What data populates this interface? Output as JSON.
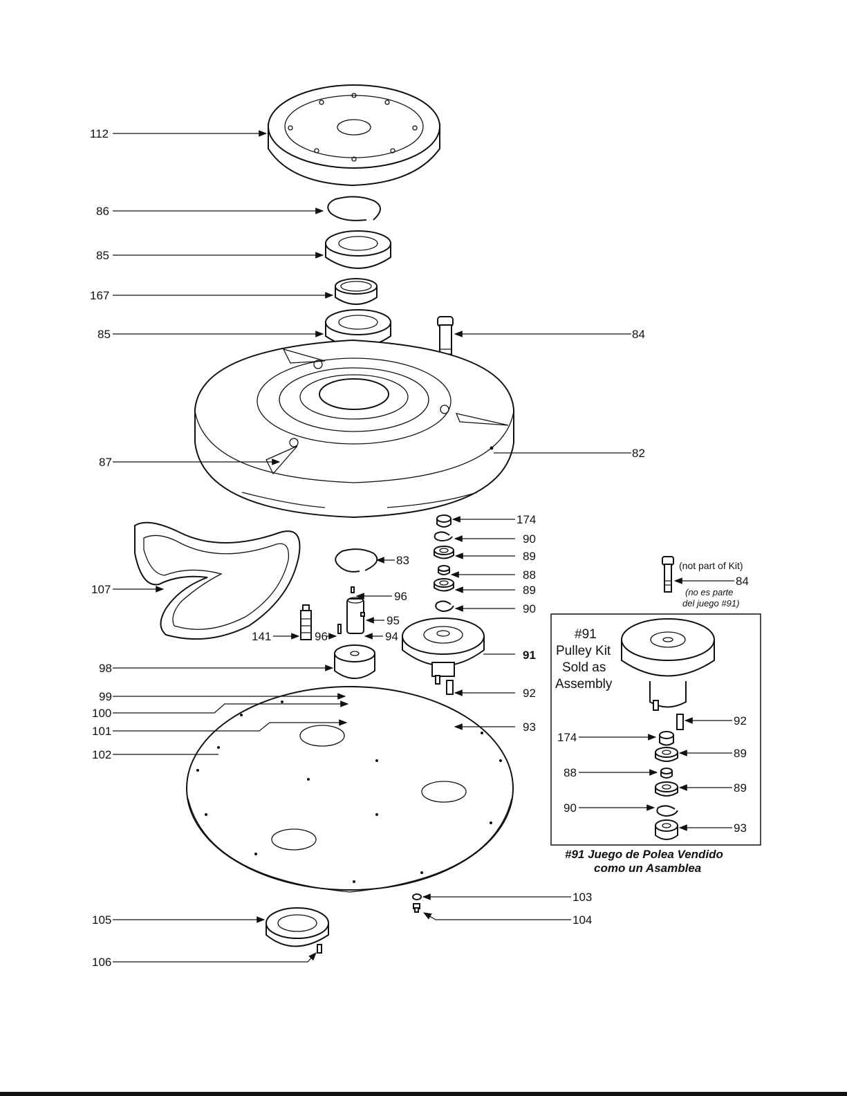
{
  "callouts": {
    "c112": "112",
    "c86": "86",
    "c85a": "85",
    "c167": "167",
    "c85b": "85",
    "c84": "84",
    "c87": "87",
    "c82": "82",
    "c174": "174",
    "c90a": "90",
    "c83": "83",
    "c89a": "89",
    "c88": "88",
    "c89b": "89",
    "c107": "107",
    "c96a": "96",
    "c95": "95",
    "c90b": "90",
    "c141": "141",
    "c96b": "96",
    "c94": "94",
    "c91": "91",
    "c98": "98",
    "c99": "99",
    "c92": "92",
    "c100": "100",
    "c101": "101",
    "c93": "93",
    "c102": "102",
    "c103": "103",
    "c105": "105",
    "c104": "104",
    "c106": "106"
  },
  "kit": {
    "note_en": "(not part of Kit)",
    "c84": "84",
    "note_es_1": "(no es parte",
    "note_es_2": "del juego #91)",
    "title_1": "#91",
    "title_2": "Pulley Kit",
    "title_3": "Sold as",
    "title_4": "Assembly",
    "c92": "92",
    "c174": "174",
    "c89a": "89",
    "c88": "88",
    "c89b": "89",
    "c90": "90",
    "c93": "93",
    "footer_1": "#91 Juego de Polea Vendido",
    "footer_2": "como un Asamblea"
  }
}
